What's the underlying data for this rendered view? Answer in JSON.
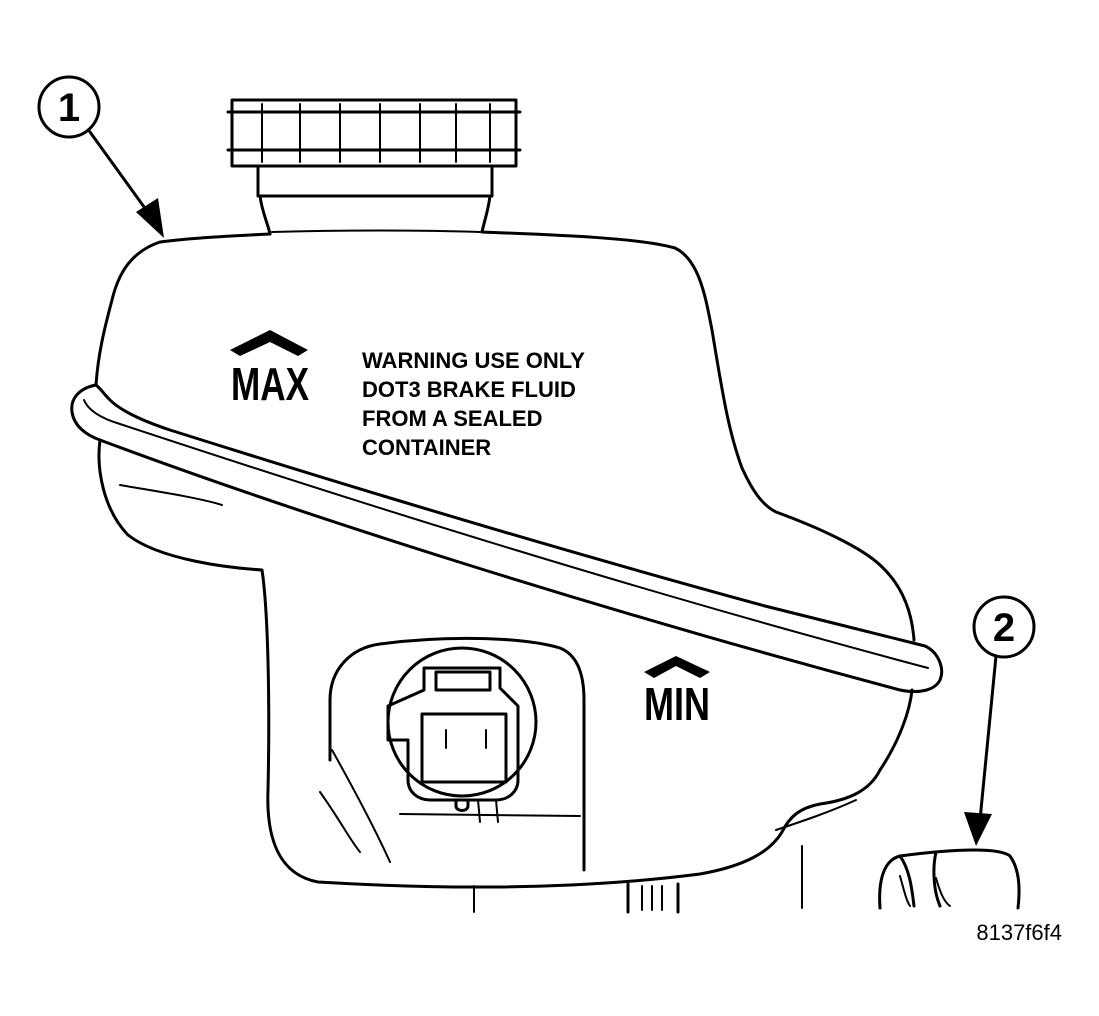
{
  "labels": {
    "max": "MAX",
    "min": "MIN",
    "warning_lines": [
      "WARNING  USE ONLY",
      "DOT3 BRAKE FLUID",
      "FROM A SEALED",
      "CONTAINER"
    ]
  },
  "callouts": [
    {
      "number": "1"
    },
    {
      "number": "2"
    }
  ],
  "figure_id": "8137f6f4"
}
